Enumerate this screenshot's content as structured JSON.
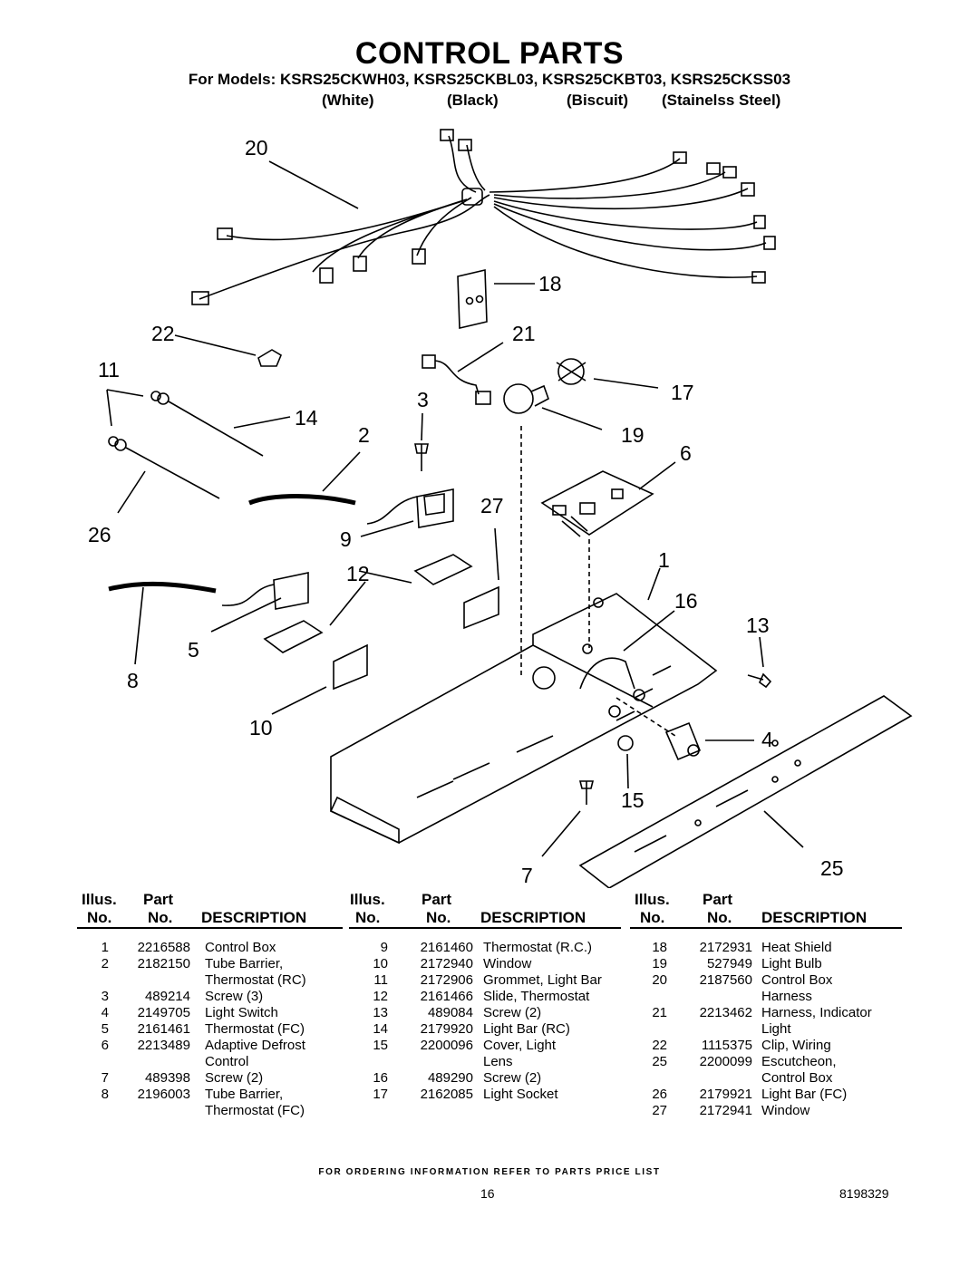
{
  "header": {
    "title": "CONTROL PARTS",
    "models": "For Models: KSRS25CKWH03, KSRS25CKBL03, KSRS25CKBT03, KSRS25CKSS03",
    "finishes": [
      "(White)",
      "(Black)",
      "(Biscuit)",
      "(Stainelss Steel)"
    ]
  },
  "callouts": [
    "20",
    "18",
    "22",
    "21",
    "11",
    "17",
    "3",
    "14",
    "2",
    "19",
    "6",
    "27",
    "26",
    "9",
    "1",
    "12",
    "16",
    "13",
    "5",
    "8",
    "4",
    "10",
    "15",
    "25",
    "7"
  ],
  "table": {
    "h_illus": "Illus.",
    "h_no": "No.",
    "h_part": "Part",
    "h_desc": "DESCRIPTION",
    "rows": [
      [
        "1",
        "2216588",
        "Control Box"
      ],
      [
        "2",
        "2182150",
        "Tube Barrier,"
      ],
      [
        "",
        "",
        "Thermostat (RC)"
      ],
      [
        "3",
        "489214",
        "Screw (3)"
      ],
      [
        "4",
        "2149705",
        "Light Switch"
      ],
      [
        "5",
        "2161461",
        "Thermostat (FC)"
      ],
      [
        "6",
        "2213489",
        "Adaptive Defrost"
      ],
      [
        "",
        "",
        "Control"
      ],
      [
        "7",
        "489398",
        "Screw (2)"
      ],
      [
        "8",
        "2196003",
        "Tube Barrier,"
      ],
      [
        "",
        "",
        "Thermostat (FC)"
      ],
      [
        "9",
        "2161460",
        "Thermostat (R.C.)"
      ],
      [
        "10",
        "2172940",
        "Window"
      ],
      [
        "11",
        "2172906",
        "Grommet, Light Bar"
      ],
      [
        "12",
        "2161466",
        "Slide, Thermostat"
      ],
      [
        "13",
        "489084",
        "Screw (2)"
      ],
      [
        "14",
        "2179920",
        "Light Bar (RC)"
      ],
      [
        "15",
        "2200096",
        "Cover, Light"
      ],
      [
        "",
        "",
        "Lens"
      ],
      [
        "16",
        "489290",
        "Screw (2)"
      ],
      [
        "17",
        "2162085",
        "Light Socket"
      ],
      [
        "18",
        "2172931",
        "Heat Shield"
      ],
      [
        "19",
        "527949",
        "Light Bulb"
      ],
      [
        "20",
        "2187560",
        "Control Box"
      ],
      [
        "",
        "",
        "Harness"
      ],
      [
        "21",
        "2213462",
        "Harness, Indicator"
      ],
      [
        "",
        "",
        "Light"
      ],
      [
        "22",
        "1115375",
        "Clip, Wiring"
      ],
      [
        "25",
        "2200099",
        "Escutcheon,"
      ],
      [
        "",
        "",
        "Control Box"
      ],
      [
        "26",
        "2179921",
        "Light Bar (FC)"
      ],
      [
        "27",
        "2172941",
        "Window"
      ]
    ]
  },
  "footer": {
    "ordering": "FOR ORDERING INFORMATION REFER TO PARTS PRICE LIST",
    "page": "16",
    "doc": "8198329"
  }
}
